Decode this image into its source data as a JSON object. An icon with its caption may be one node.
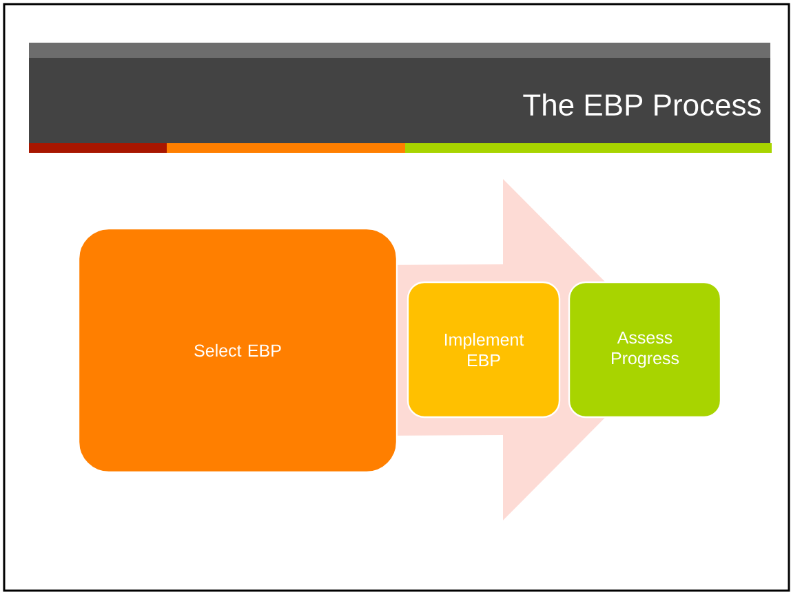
{
  "diagram": {
    "title": "The EBP Process",
    "nodes": [
      {
        "text": [
          "Select EBP"
        ]
      },
      {
        "text": [
          "Implement EBP"
        ]
      },
      {
        "text": [
          "Assess Progress"
        ]
      }
    ],
    "edges": [
      {
        "from": 0,
        "to": 2,
        "arrow": "to"
      }
    ]
  }
}
